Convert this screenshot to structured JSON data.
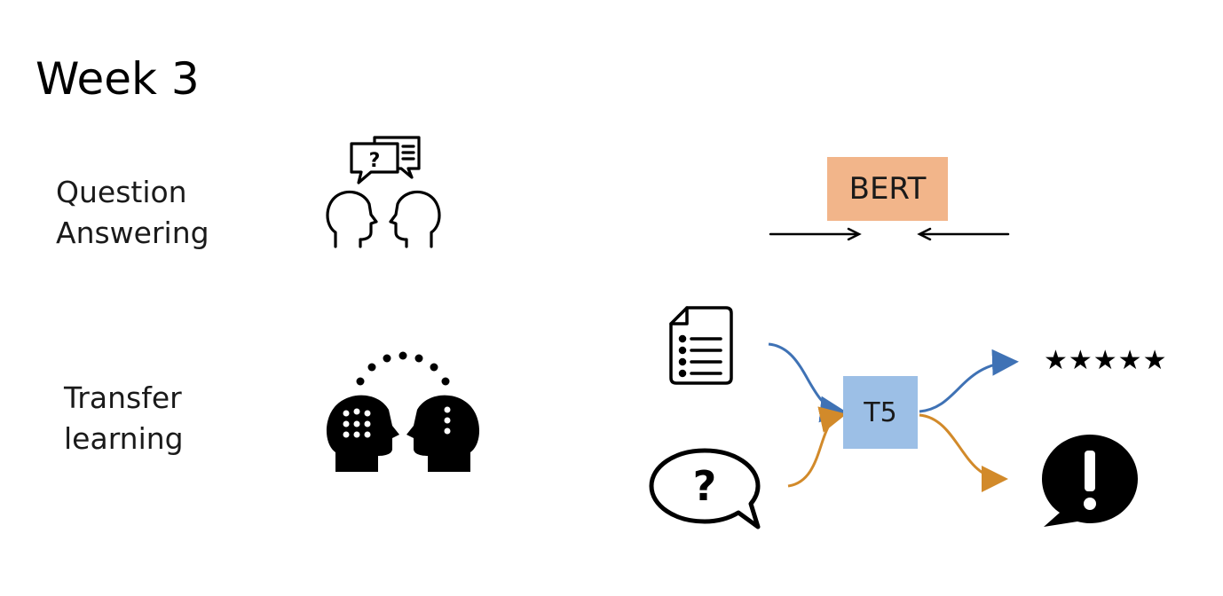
{
  "title": "Week 3",
  "rows": [
    {
      "label_line1": "Question",
      "label_line2": "Answering",
      "icon": "question-answering-heads-icon"
    },
    {
      "label_line1": "Transfer",
      "label_line2": "learning",
      "icon": "transfer-learning-heads-icon"
    }
  ],
  "bert": {
    "label": "BERT",
    "color": "#f2b58a"
  },
  "t5": {
    "label": "T5",
    "color": "#9cbfe6"
  },
  "inputs": [
    "document-icon",
    "question-bubble-icon"
  ],
  "outputs": {
    "stars": "★★★★★",
    "exclamation": "exclamation-bubble-icon"
  },
  "colors": {
    "blue_flow": "#3f72b5",
    "orange_flow": "#d28a2a"
  }
}
